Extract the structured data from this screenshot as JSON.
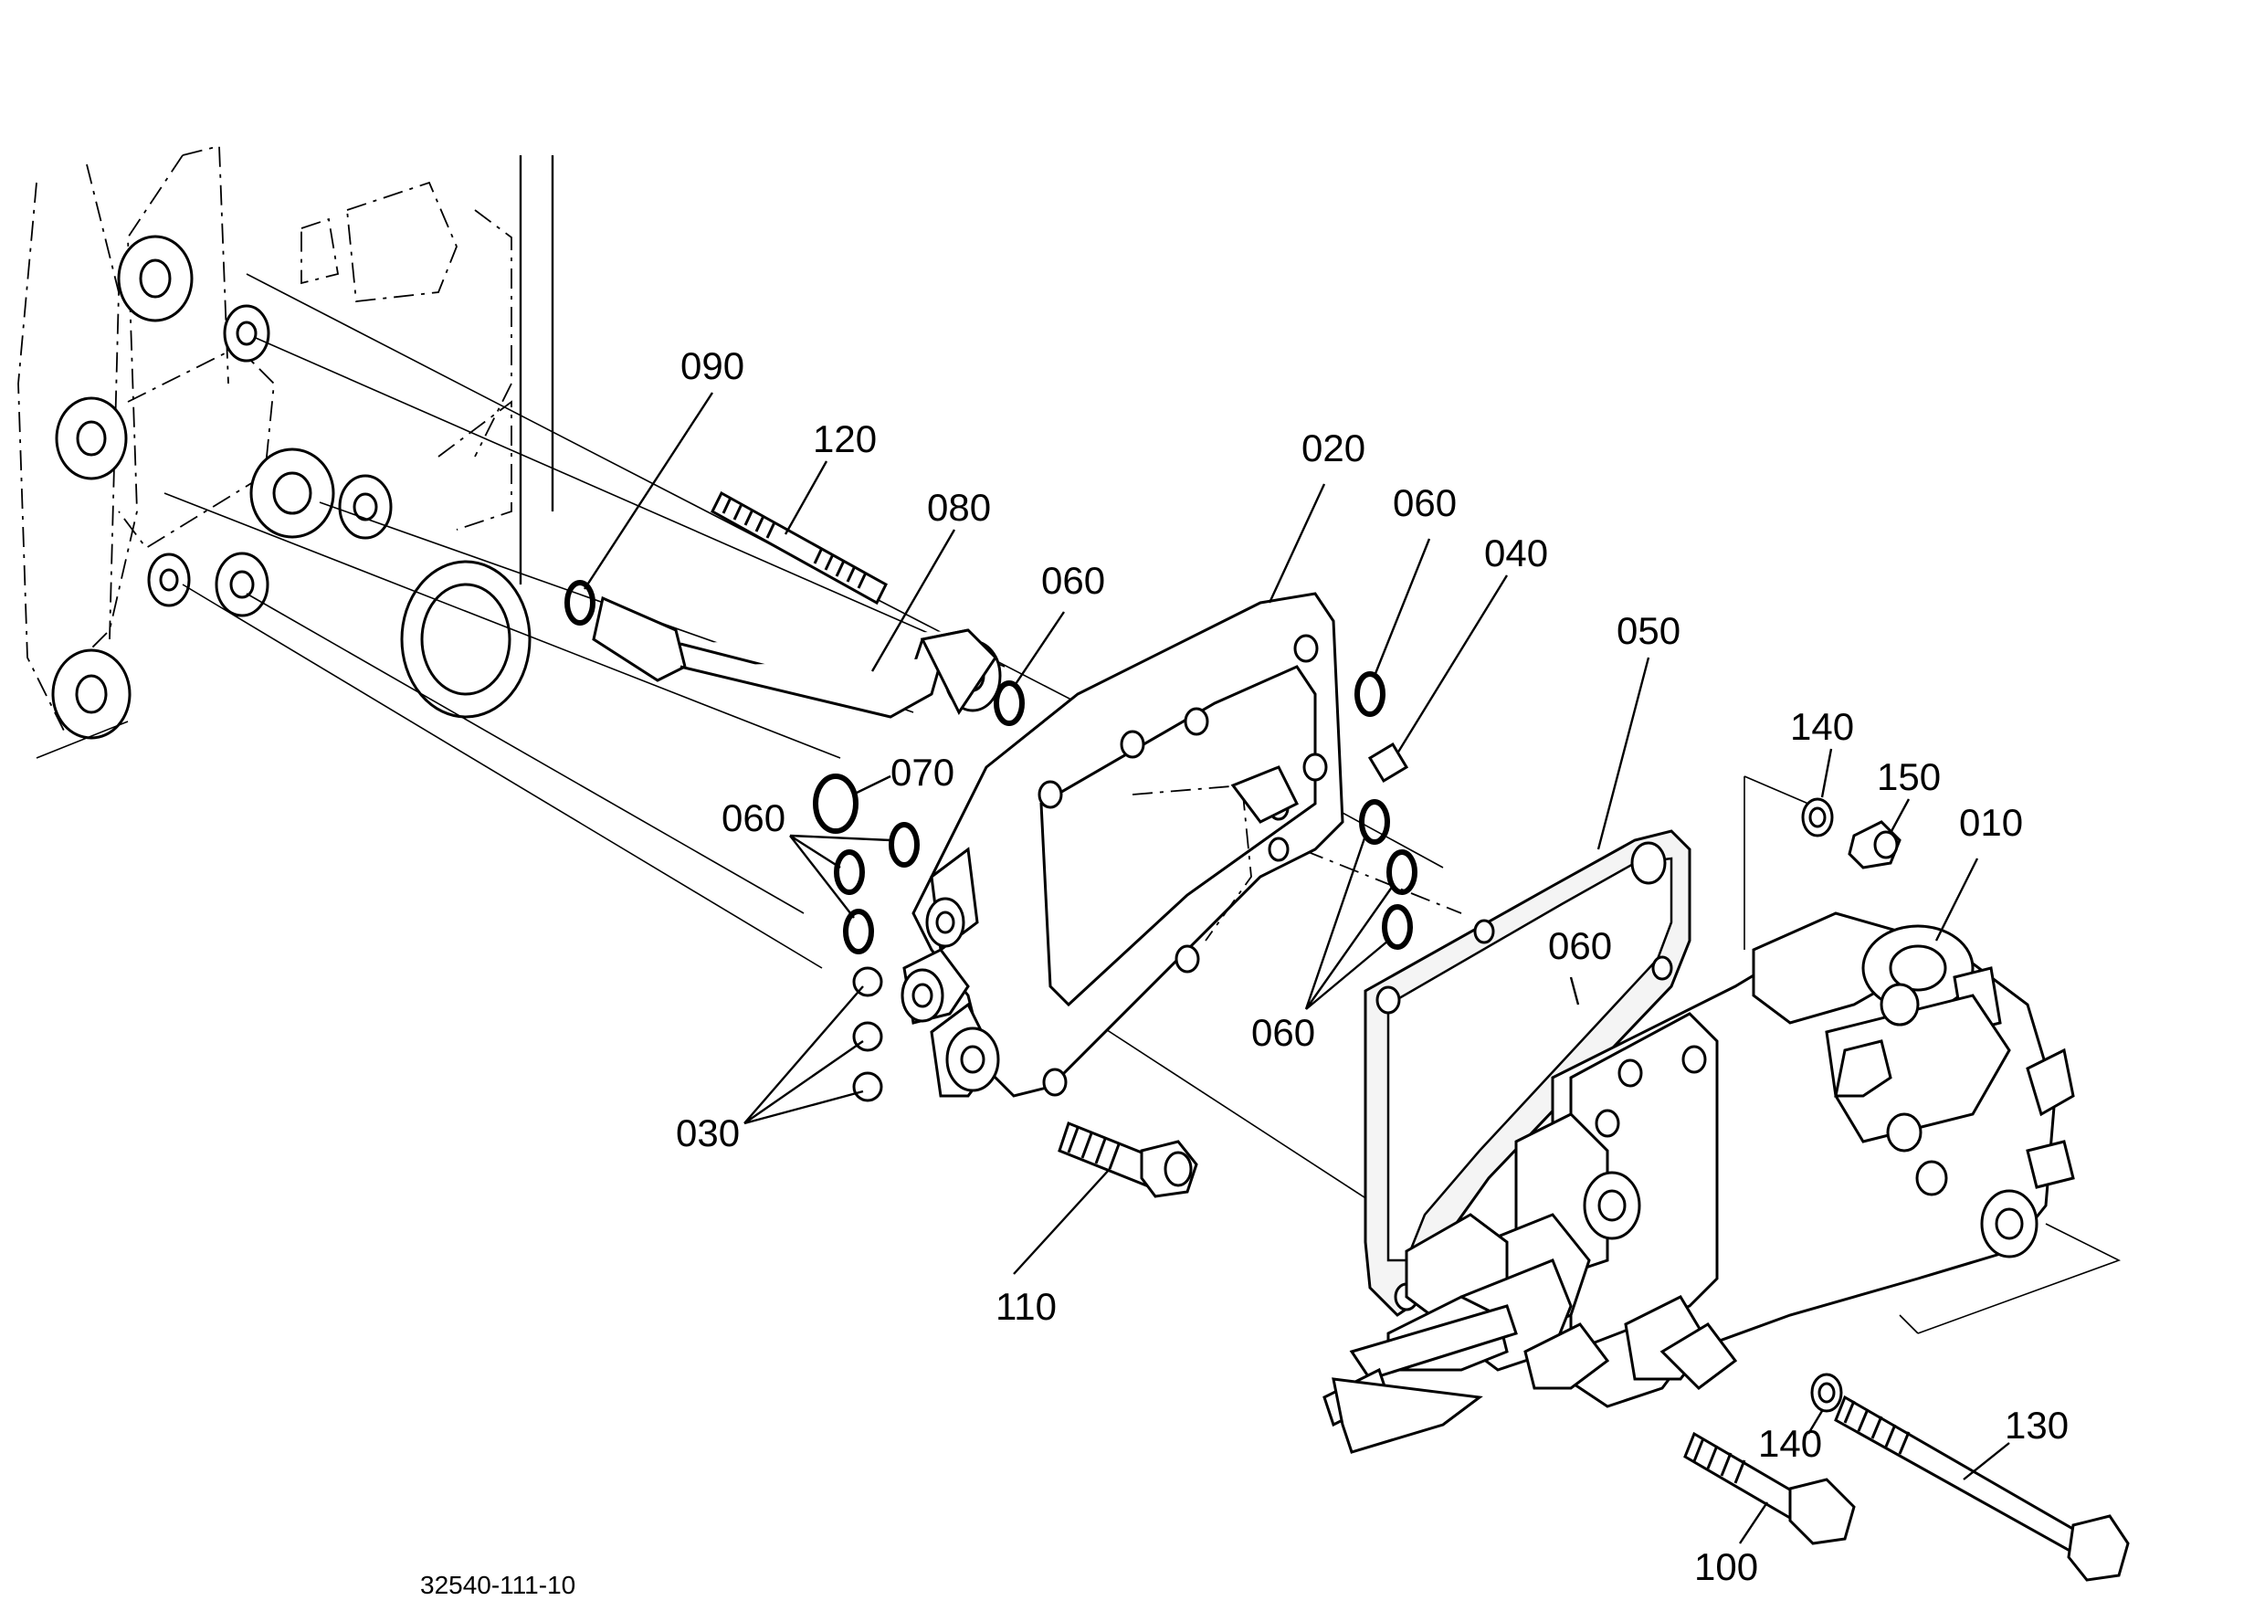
{
  "labels": {
    "p090": "090",
    "p120": "120",
    "p080": "080",
    "p060a": "060",
    "p020": "020",
    "p060b": "060",
    "p040": "040",
    "p050": "050",
    "p070": "070",
    "p060c": "060",
    "p140a": "140",
    "p150": "150",
    "p010": "010",
    "p060d": "060",
    "p060e": "060",
    "p030": "030",
    "p110": "110",
    "p140b": "140",
    "p130": "130",
    "p100": "100"
  },
  "drawing_number": "32540-111-10"
}
